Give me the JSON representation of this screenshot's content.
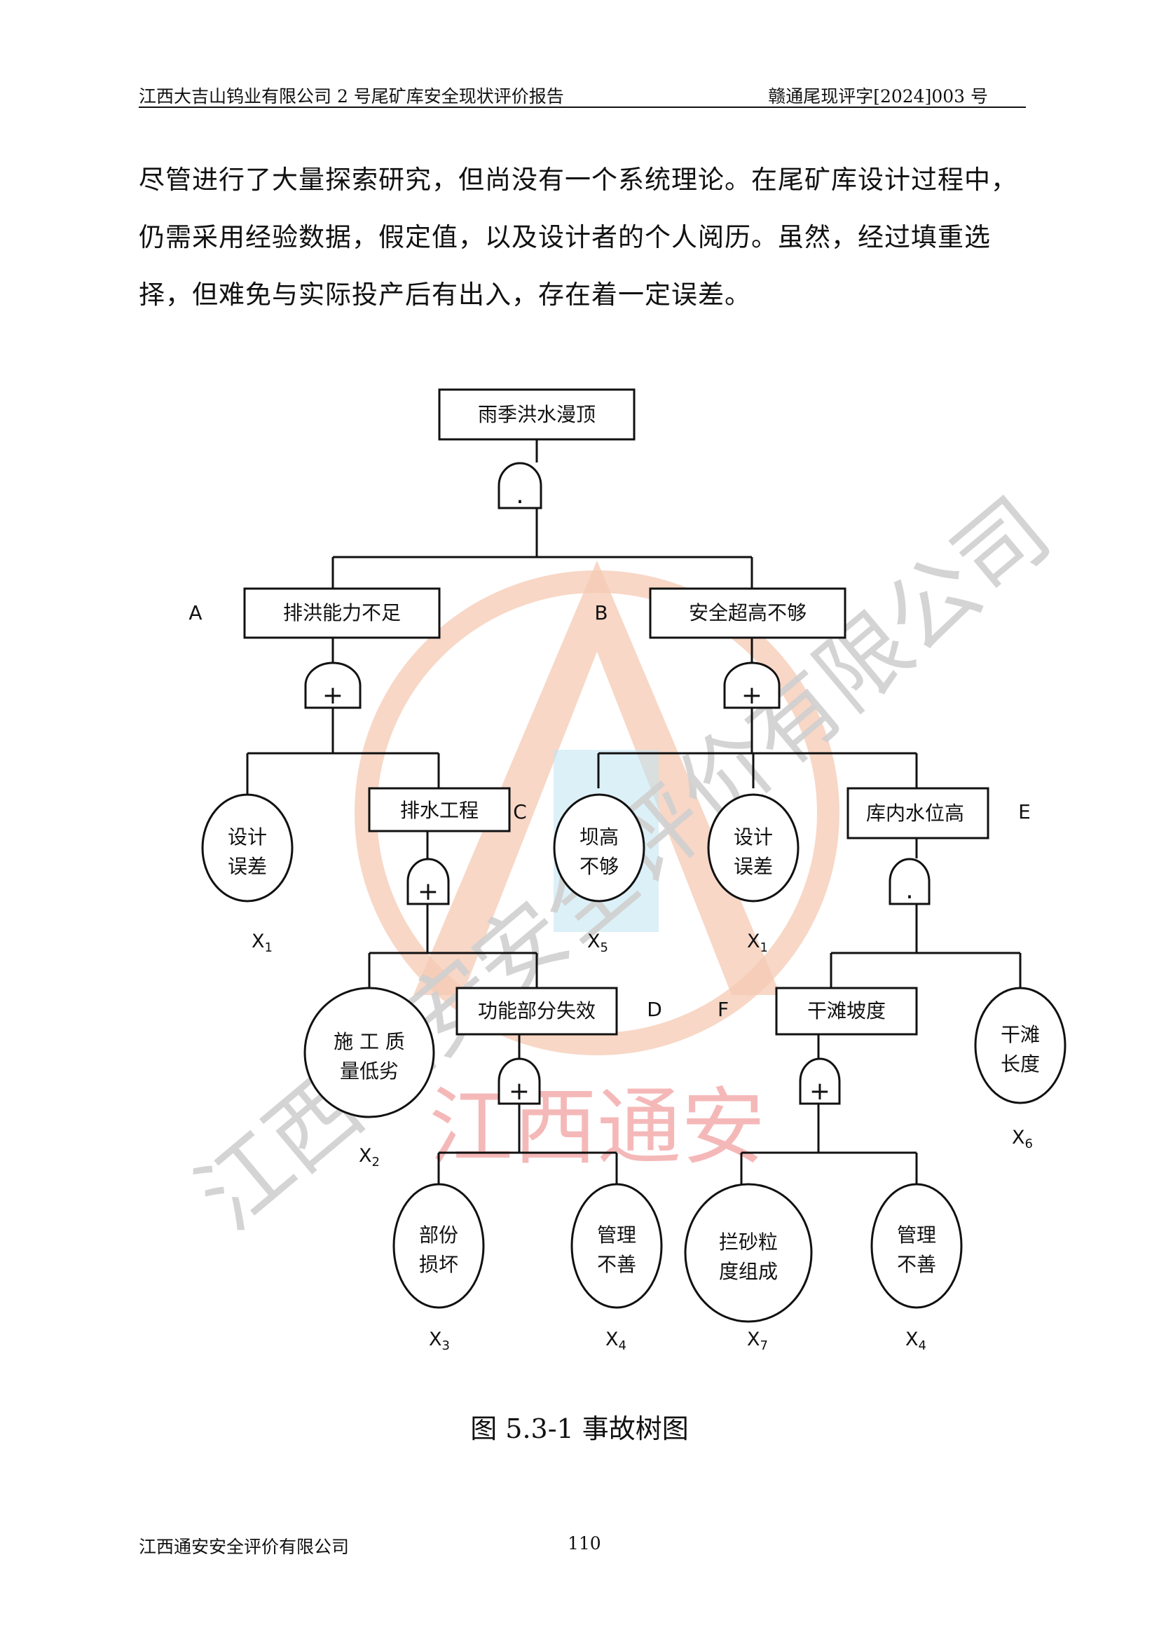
{
  "header": {
    "left": "江西大吉山钨业有限公司 2 号尾矿库安全现状评价报告",
    "right": "赣通尾现评字[2024]003 号"
  },
  "paragraph": [
    "尽管进行了大量探索研究，但尚没有一个系统理论。在尾矿库设计过程中，",
    "仍需采用经验数据，假定值，以及设计者的个人阅历。虽然，经过填重选",
    "择，但难免与实际投产后有出入，存在着一定误差。"
  ],
  "fault_tree": {
    "top_event": "雨季洪水漫顶",
    "top_gate": ".",
    "events": {
      "A": {
        "letter": "A",
        "label": "排洪能力不足",
        "gate": "+"
      },
      "B": {
        "letter": "B",
        "label": "安全超高不够",
        "gate": "+"
      },
      "C": {
        "letter": "C",
        "label": "排水工程",
        "gate": "+"
      },
      "D": {
        "letter": "D",
        "label": "功能部分失效",
        "gate": "+"
      },
      "E": {
        "letter": "E",
        "label": "库内水位高",
        "gate": "."
      },
      "F": {
        "letter": "F",
        "label": "干滩坡度",
        "gate": "+"
      }
    },
    "basic_events": [
      {
        "id": "a-x1",
        "line1": "设计",
        "line2": "误差",
        "sym": "X",
        "sub": "1"
      },
      {
        "id": "b-x5",
        "line1": "坝高",
        "line2": "不够",
        "sym": "X",
        "sub": "5"
      },
      {
        "id": "b-x1",
        "line1": "设计",
        "line2": "误差",
        "sym": "X",
        "sub": "1"
      },
      {
        "id": "c-x2",
        "line1": "施 工 质",
        "line2": "量低劣",
        "sym": "X",
        "sub": "2"
      },
      {
        "id": "e-x6",
        "line1": "干滩",
        "line2": "长度",
        "sym": "X",
        "sub": "6"
      },
      {
        "id": "d-x3",
        "line1": "部份",
        "line2": "损坏",
        "sym": "X",
        "sub": "3"
      },
      {
        "id": "d-x4",
        "line1": "管理",
        "line2": "不善",
        "sym": "X",
        "sub": "4"
      },
      {
        "id": "f-x7",
        "line1": "拦砂粒",
        "line2": "度组成",
        "sym": "X",
        "sub": "7"
      },
      {
        "id": "f-x4",
        "line1": "管理",
        "line2": "不善",
        "sym": "X",
        "sub": "4"
      }
    ]
  },
  "watermark": {
    "diagonal": "江西通安安全评价有限公司",
    "center": "江西通安",
    "logo_letters": "A",
    "colors": {
      "ring": "#f5c9b3",
      "logo_blue": "#bfe3f3",
      "red_text": "#f4b1b1",
      "grey_text": "#d0d0d0"
    }
  },
  "caption": "图 5.3-1 事故树图",
  "footer": {
    "company": "江西通安安全评价有限公司",
    "page": "110"
  }
}
